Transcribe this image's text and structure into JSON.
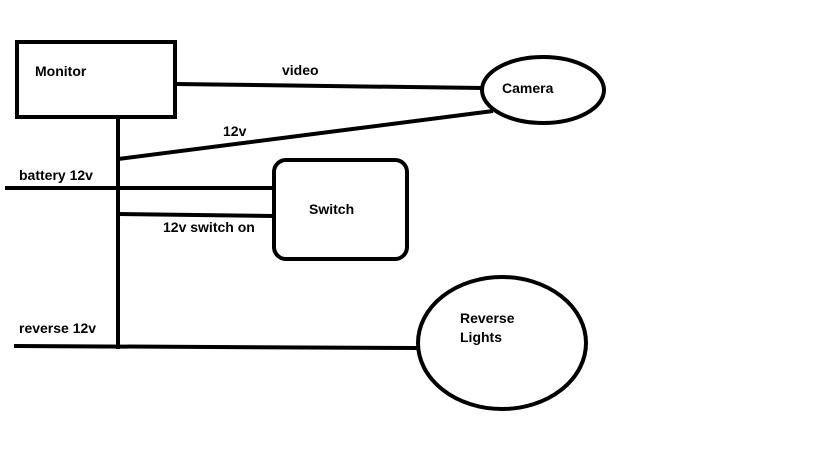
{
  "colors": {
    "stroke": "#000000",
    "background": "#ffffff",
    "text": "#000000"
  },
  "nodes": {
    "monitor": "Monitor",
    "camera": "Camera",
    "switch": "Switch",
    "reverse_lights_line1": "Reverse",
    "reverse_lights_line2": "Lights"
  },
  "wires": {
    "video": "video",
    "camera_power": "12v",
    "battery": "battery 12v",
    "switch_output": "12v switch on",
    "reverse": "reverse 12v"
  }
}
